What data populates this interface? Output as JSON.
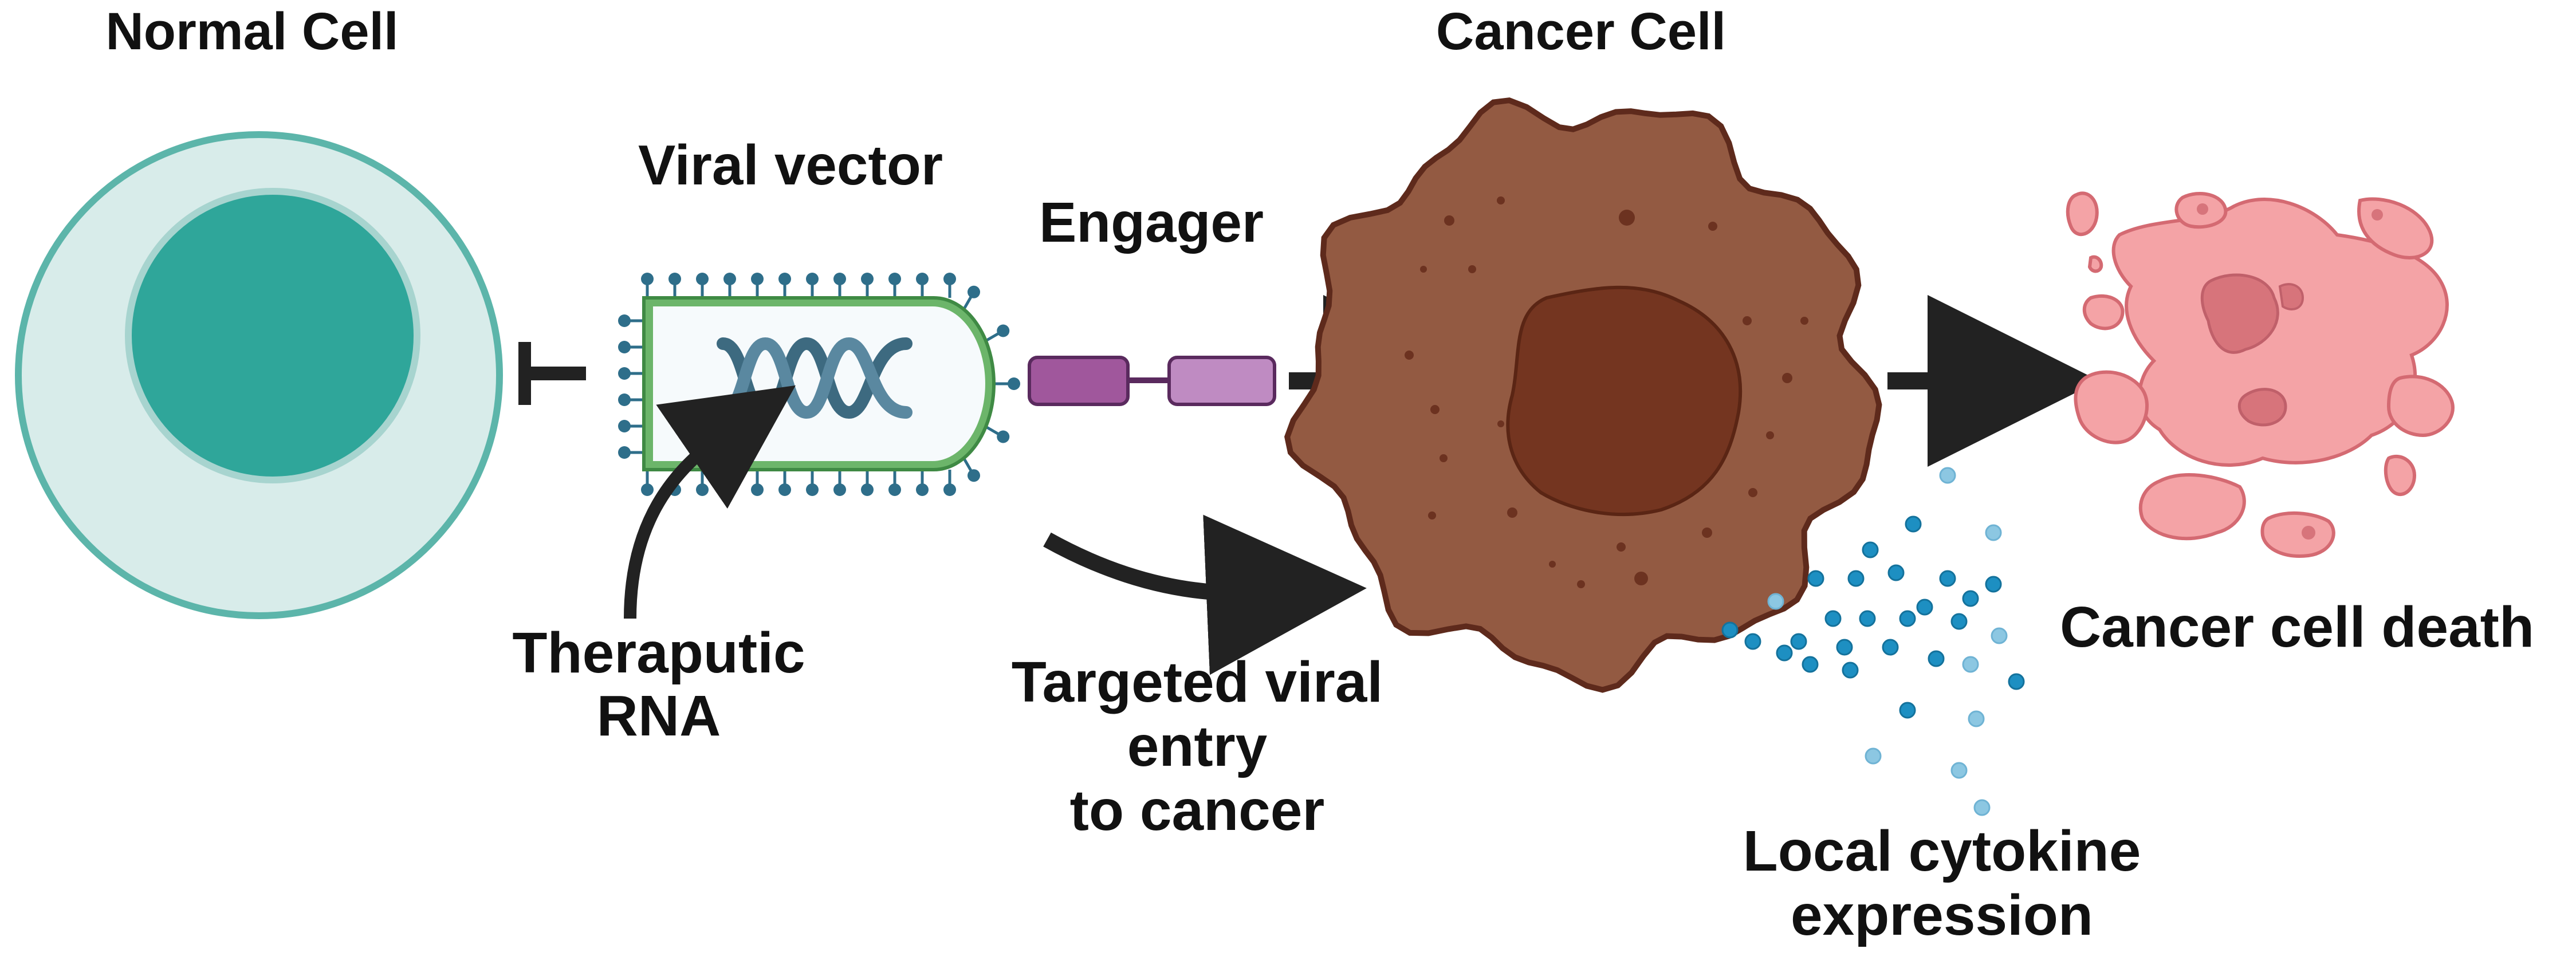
{
  "labels": {
    "normal_cell": "Normal Cell",
    "viral_vector": "Viral vector",
    "engager": "Engager",
    "cancer_cell": "Cancer Cell",
    "therapeutic_rna": [
      "Theraputic",
      "RNA"
    ],
    "targeted_entry": [
      "Targeted viral",
      "entry",
      "to cancer"
    ],
    "local_cytokine": [
      "Local cytokine",
      "expression"
    ],
    "cancer_cell_death": "Cancer cell death"
  },
  "colors": {
    "normal_cell_fill": "#d8ecea",
    "normal_cell_outline": "#5cb5aa",
    "nucleus": "#2fa69a",
    "virus_body": "#f6fafc",
    "virus_outline": "#6cb56a",
    "virus_spikes": "#2e6e8a",
    "dna": "#3d6a80",
    "engager_dark": "#a0579c",
    "engager_light": "#bf8bc2",
    "cancer_body": "#935a42",
    "cancer_nucleus": "#743520",
    "cytokine_dark": "#1d8fc2",
    "cytokine_light": "#8cc7e2",
    "dead_cell_fill": "#f4a3a6",
    "dead_cell_outline": "#d46a72",
    "arrow": "#222222"
  },
  "icons": [
    "inhibition-bar-icon",
    "dna-helix-icon",
    "virus-spike-icon",
    "engager-protein-icon",
    "arrow-icon",
    "cytokine-dot-icon"
  ]
}
